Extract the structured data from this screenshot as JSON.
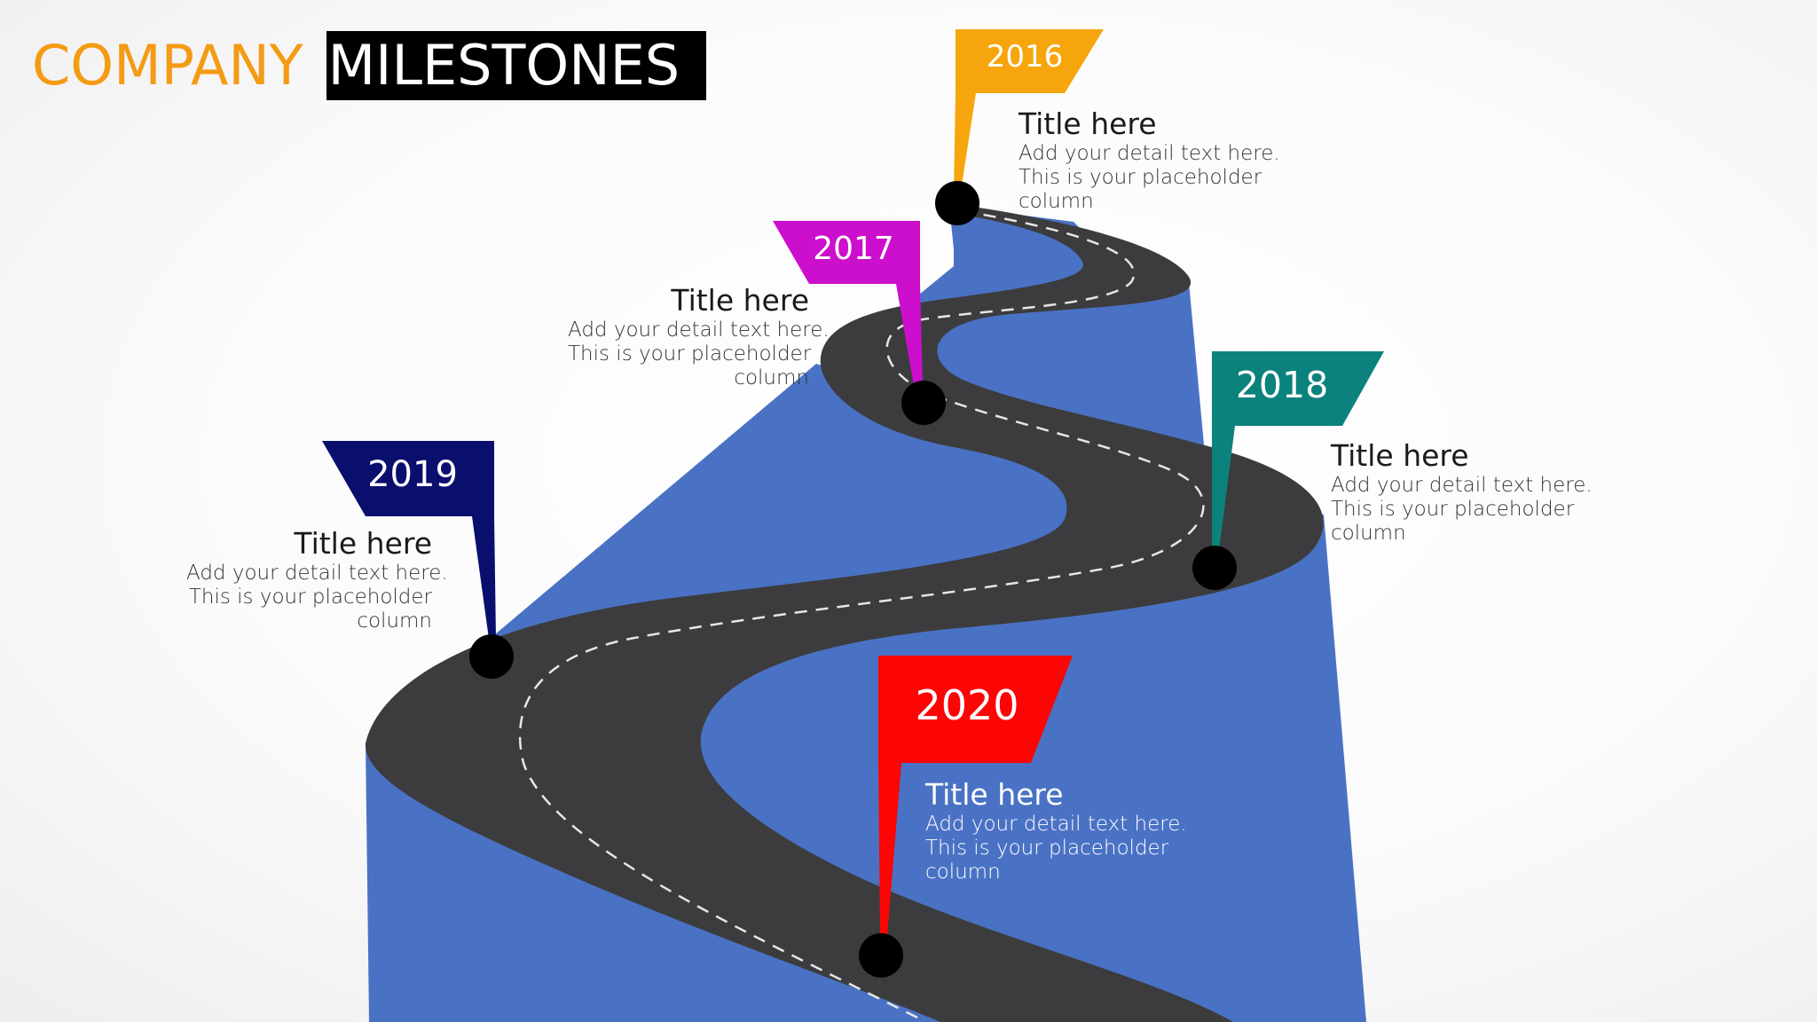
{
  "header": {
    "title_part1": "COMPANY",
    "title_part2": "MILESTONES"
  },
  "colors": {
    "title_accent": "#f49b14",
    "road": "#3c3c3e",
    "hill": "#4a72c4",
    "flag_2016": "#f7a50c",
    "flag_2017": "#cc0fcc",
    "flag_2018": "#0b827c",
    "flag_2019": "#0a0f6e",
    "flag_2020": "#fb0505"
  },
  "milestones": [
    {
      "year": "2016",
      "title": "Title here",
      "detail_lines": [
        "Add your detail text here.",
        "This is your placeholder",
        "column"
      ]
    },
    {
      "year": "2017",
      "title": "Title here",
      "detail_lines": [
        "Add your detail text here.",
        "This is your placeholder",
        "column"
      ]
    },
    {
      "year": "2018",
      "title": "Title here",
      "detail_lines": [
        "Add your detail text here.",
        "This is your placeholder",
        "column"
      ]
    },
    {
      "year": "2019",
      "title": "Title here",
      "detail_lines": [
        "Add your detail text here.",
        "This is your placeholder",
        "column"
      ]
    },
    {
      "year": "2020",
      "title": "Title here",
      "detail_lines": [
        "Add your detail text here.",
        "This is your placeholder",
        "column"
      ]
    }
  ]
}
